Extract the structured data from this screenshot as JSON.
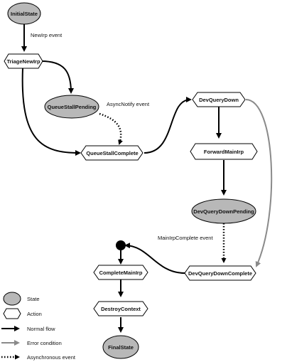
{
  "colors": {
    "state_fill": "#b8b8b8",
    "action_fill": "#ffffff",
    "stroke": "#000000",
    "error_arrow": "#8a8a8a"
  },
  "nodes": {
    "initial_state": "InitialState",
    "triage_new_irp": "TriageNewIrp",
    "queue_stall_pending": "QueueStallPending",
    "queue_stall_complete": "QueueStallComplete",
    "dev_query_down": "DevQueryDown",
    "forward_main_irp": "ForwardMainIrp",
    "dev_query_down_pending": "DevQueryDownPending",
    "dev_query_down_complete": "DevQueryDownComplete",
    "complete_main_irp": "CompleteMainIrp",
    "destroy_context": "DestroyContext",
    "final_state": "FinalState"
  },
  "events": {
    "new_irp": "NewIrp event",
    "async_notify": "AsyncNotify event",
    "main_irp_complete": "MainIrpComplete event"
  },
  "legend": {
    "state": "State",
    "action": "Action",
    "normal_flow": "Normal flow",
    "error_condition": "Error condition",
    "asynchronous_event": "Asynchronous event"
  }
}
